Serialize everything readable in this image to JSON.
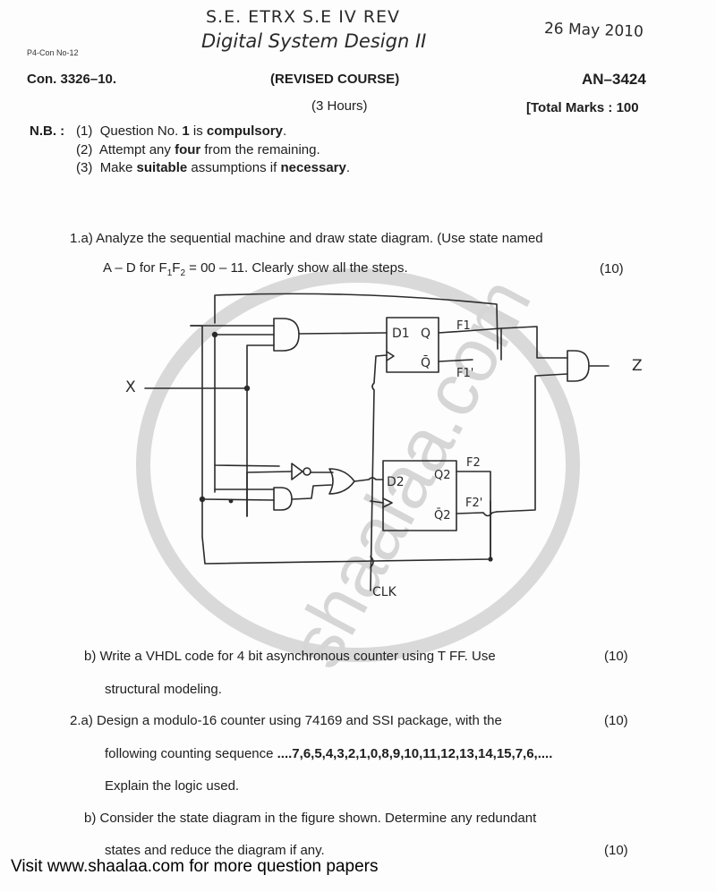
{
  "header": {
    "handwritten_line1": "S.E.  ETRX  S.E IV  REV",
    "handwritten_line2": "Digital  System  Design II",
    "handwritten_date": "26 May 2010",
    "con_no_small": "P4-Con No-12",
    "con_no": "Con. 3326–10.",
    "course": "(REVISED COURSE)",
    "paper_code": "AN–3424",
    "duration": "(3 Hours)",
    "total_marks": "[Total Marks : 100"
  },
  "instructions": {
    "label": "N.B. :",
    "items": [
      {
        "num": "(1)",
        "pre": "Question No. ",
        "b1": "1",
        "mid": " is ",
        "b2": "compulsory",
        "post": "."
      },
      {
        "num": "(2)",
        "pre": "Attempt any ",
        "b1": "four",
        "mid": " from the remaining.",
        "b2": "",
        "post": ""
      },
      {
        "num": "(3)",
        "pre": "Make ",
        "b1": "suitable",
        "mid": " assumptions if ",
        "b2": "necessary",
        "post": "."
      }
    ]
  },
  "questions": {
    "q1a_line1": "1.a) Analyze the sequential machine and draw state diagram. (Use state named",
    "q1a_line2_pre": "A – D for F",
    "q1a_line2_sub1": "1",
    "q1a_line2_mid": "F",
    "q1a_line2_sub2": "2",
    "q1a_line2_post": " = 00 – 11. Clearly show all the steps.",
    "q1a_marks": "(10)",
    "q1b_line1": "b) Write a VHDL code for 4 bit asynchronous counter using T FF. Use",
    "q1b_line2": "structural modeling.",
    "q1b_marks": "(10)",
    "q2a_line1": "2.a) Design a modulo-16 counter using 74169 and SSI package, with the",
    "q2a_line2_pre": "following counting sequence ",
    "q2a_sequence": "....7,6,5,4,3,2,1,0,8,9,10,11,12,13,14,15,7,6,....",
    "q2a_line3": "Explain the logic used.",
    "q2a_marks": "(10)",
    "q2b_line1": "b) Consider the state diagram in the figure shown. Determine any redundant",
    "q2b_line2": "states  and reduce the diagram if any.",
    "q2b_marks": "(10)"
  },
  "circuit": {
    "input_label": "X",
    "output_label": "Z",
    "ff1_d": "D1",
    "ff1_q": "Q",
    "ff1_qbar": "Q̄",
    "ff1_out": "F1",
    "ff1_out_bar": "F1'",
    "ff2_d": "D2",
    "ff2_q": "Q2",
    "ff2_qbar": "Q̄2",
    "ff2_out": "F2",
    "ff2_out_bar": "F2'",
    "clock_label": "CLK"
  },
  "watermark": "shaalaa.com",
  "footer": "Visit www.shaalaa.com for more question papers"
}
